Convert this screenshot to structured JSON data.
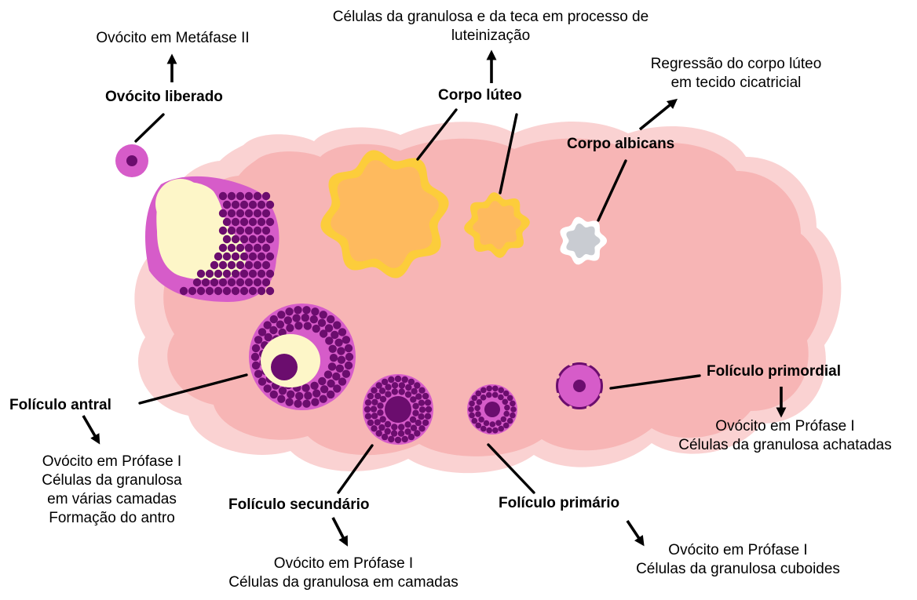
{
  "colors": {
    "ovary_outer": "#fad2d2",
    "ovary_inner": "#f7b5b5",
    "follicle_magenta": "#d65cc9",
    "granulosa_purple": "#6b0d6e",
    "antrum_cream": "#fdf6c8",
    "luteum_yellow": "#fccd3b",
    "luteum_orange": "#feba5e",
    "albicans_gray": "#c9ccd2",
    "line": "#000000"
  },
  "labels": {
    "ovocito_liberado": {
      "title": "Ovócito liberado",
      "desc": [
        "Ovócito em Metáfase II"
      ]
    },
    "corpo_luteo": {
      "title": "Corpo lúteo",
      "desc": [
        "Células da granulosa e da teca em processo de",
        "luteinização"
      ]
    },
    "corpo_albicans": {
      "title": "Corpo albicans",
      "desc": [
        "Regressão do corpo lúteo",
        "em tecido cicatricial"
      ]
    },
    "foliculo_antral": {
      "title": "Folículo antral",
      "desc": [
        "Ovócito em Prófase I",
        "Células da granulosa",
        "em várias camadas",
        "Formação do antro"
      ]
    },
    "foliculo_secundario": {
      "title": "Folículo secundário",
      "desc": [
        "Ovócito em Prófase I",
        "Células da granulosa em camadas"
      ]
    },
    "foliculo_primario": {
      "title": "Folículo primário",
      "desc": [
        "Ovócito em Prófase I",
        "Células da granulosa cuboides"
      ]
    },
    "foliculo_primordial": {
      "title": "Folículo primordial",
      "desc": [
        "Ovócito em Prófase I",
        "Células da granulosa achatadas"
      ]
    }
  }
}
